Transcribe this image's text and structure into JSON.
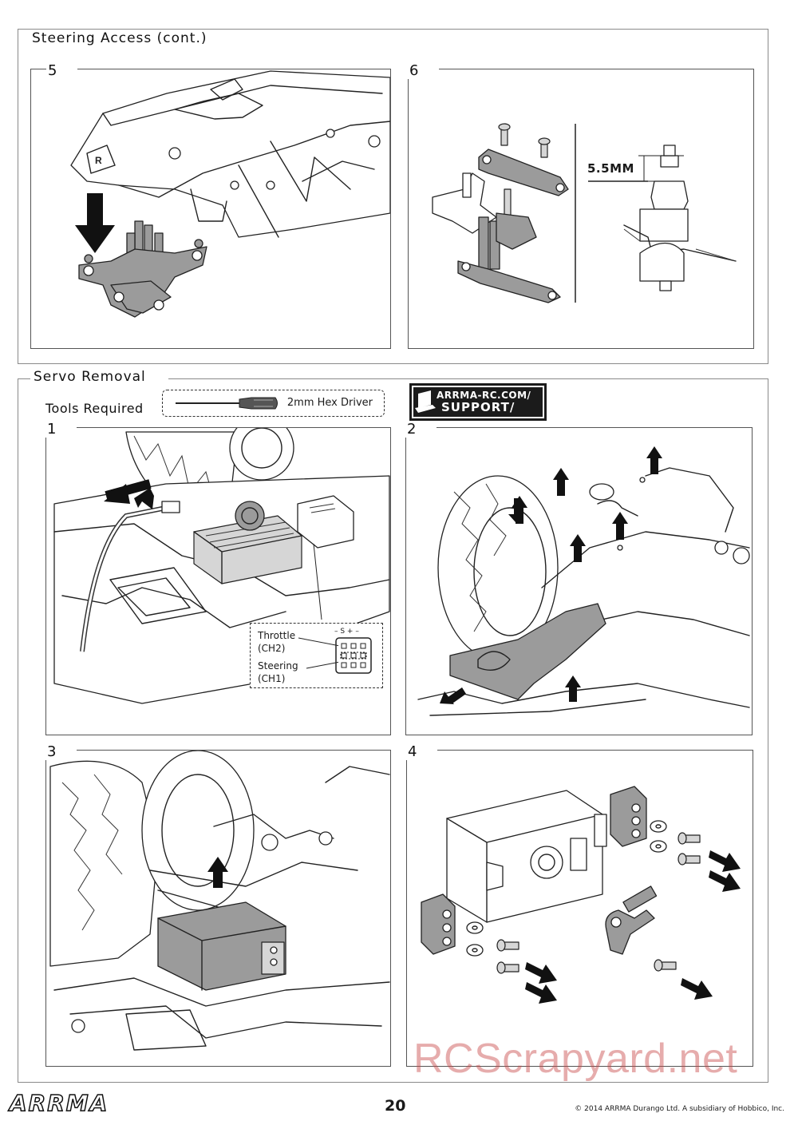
{
  "section1": {
    "title": "Steering Access (cont.)"
  },
  "section2": {
    "title": "Servo Removal"
  },
  "steps_top": [
    {
      "num": "5"
    },
    {
      "num": "6"
    }
  ],
  "steps_bottom": [
    {
      "num": "1"
    },
    {
      "num": "2"
    },
    {
      "num": "3"
    },
    {
      "num": "4"
    }
  ],
  "step6": {
    "dimension": "5.5MM"
  },
  "tools": {
    "label": "Tools Required",
    "tool_name": "2mm Hex Driver"
  },
  "support": {
    "line1": "ARRMA-RC.COM/",
    "line2": "SUPPORT/"
  },
  "step1_callout": {
    "throttle": "Throttle",
    "throttle_ch": "(CH2)",
    "steering": "Steering",
    "steering_ch": "(CH1)",
    "header": "– S + –"
  },
  "footer": {
    "logo": "ARRMA",
    "page_number": "20",
    "copyright": "© 2014 ARRMA Durango Ltd. A subsidiary of Hobbico, Inc."
  },
  "watermark": "RCScrapyard.net"
}
